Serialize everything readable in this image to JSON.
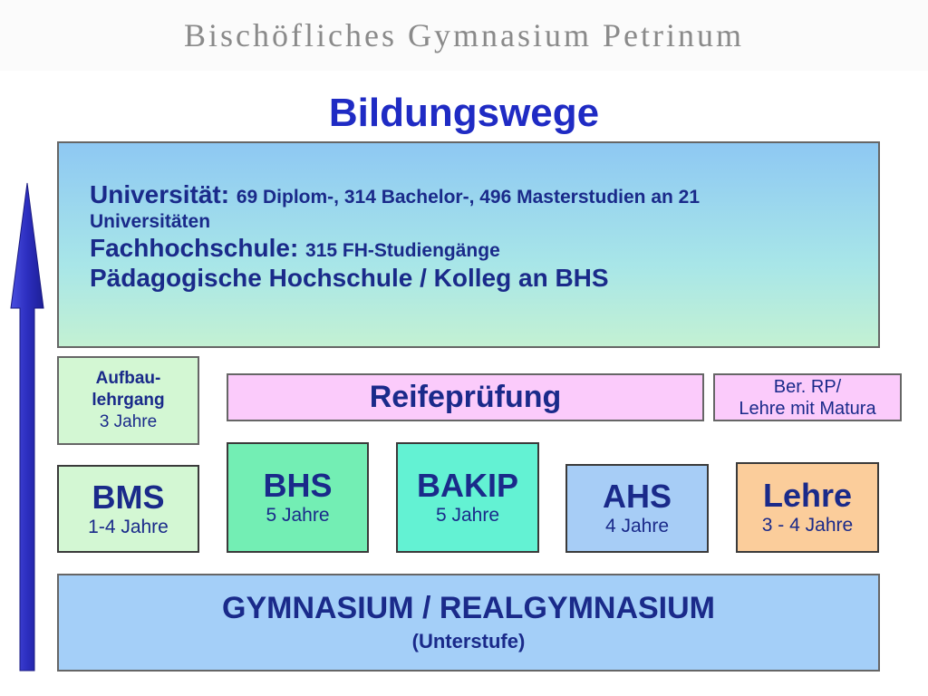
{
  "header": {
    "title": "Bischöfliches Gymnasium Petrinum"
  },
  "main": {
    "title": "Bildungswege"
  },
  "higher_education": {
    "line1_label": "Universität: ",
    "line1_detail": "69 Diplom-, 314 Bachelor-, 496 Masterstudien an 21",
    "line1_detail_cont": "Universitäten",
    "line2_label": "Fachhochschule: ",
    "line2_detail": "315 FH-Studiengänge",
    "line3": "Pädagogische Hochschule / Kolleg an BHS"
  },
  "aufbaulehrgang": {
    "line1": "Aufbau-",
    "line2": "lehrgang",
    "duration": "3 Jahre"
  },
  "reifepruefung": {
    "label": "Reifeprüfung"
  },
  "berufsreife": {
    "line1": "Ber. RP/",
    "line2": "Lehre mit Matura"
  },
  "schools": {
    "bms": {
      "name": "BMS",
      "duration": "1-4 Jahre"
    },
    "bhs": {
      "name": "BHS",
      "duration": "5 Jahre"
    },
    "bakip": {
      "name": "BAKIP",
      "duration": "5 Jahre"
    },
    "ahs": {
      "name": "AHS",
      "duration": "4 Jahre"
    },
    "lehre": {
      "name": "Lehre",
      "duration": "3 - 4 Jahre"
    }
  },
  "gymnasium": {
    "title": "GYMNASIUM / REALGYMNASIUM",
    "subtitle": "(Unterstufe)"
  },
  "colors": {
    "title_blue": "#1f2bc4",
    "text_navy": "#1a2a8a",
    "arrow_blue": "#2c2ebf",
    "reife_pink": "#fbcbfb",
    "bms_green": "#d3f7d3",
    "bhs_green": "#73eeb4",
    "bakip_teal": "#63f2d3",
    "ahs_blue": "#a7cdf6",
    "lehre_orange": "#fbcd9b",
    "gym_blue": "#a4cff8"
  },
  "icons": {
    "progress_arrow": "up-arrow-icon"
  }
}
